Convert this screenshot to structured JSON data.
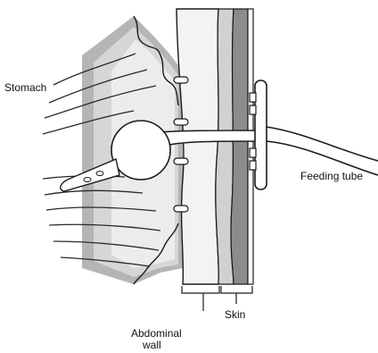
{
  "labels": {
    "stomach": "Stomach",
    "feeding_tube": "Feeding tube",
    "abdominal_wall_line1": "Abdominal",
    "abdominal_wall_line2": "wall",
    "skin": "Skin"
  },
  "colors": {
    "outline": "#1a1a1a",
    "stomach_outer": "#a9a9a9",
    "stomach_mid": "#d3d3d3",
    "stomach_light": "#efefef",
    "wall_fill": "#f3f3f3",
    "skin_dark": "#8c8c8c",
    "skin_light": "#c7c7c7",
    "tube_fill": "#ffffff"
  },
  "icons": {
    "sutures": "suture-mark-icon",
    "tube_tip": "tube-tip-icon"
  }
}
